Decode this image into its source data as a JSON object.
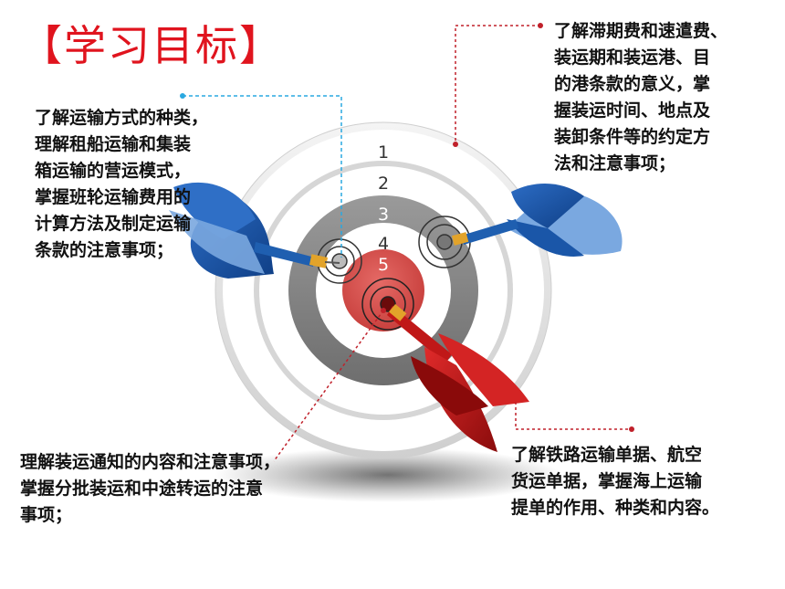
{
  "title": "【学习目标】",
  "rings": [
    "1",
    "2",
    "3",
    "4",
    "5"
  ],
  "notes": {
    "top_left": "了解运输方式的种类，\n理解租船运输和集装\n箱运输的营运模式，\n掌握班轮运输费用的\n计算方法及制定运输\n条款的注意事项；",
    "top_right": "了解滞期费和速遣费、\n装运期和装运港、目\n的港条款的意义，掌\n握装运时间、地点及\n装卸条件等的约定方\n法和注意事项；",
    "bottom_left": "理解装运通知的内容和注意事项，\n掌握分批装运和中途转运的注意\n事项；",
    "bottom_right": "了解铁路运输单据、航空\n货运单据，掌握海上运输\n提单的作用、种类和内容。"
  },
  "colors": {
    "title_red": "#e0141e",
    "dart_blue": "#1f5fb0",
    "dart_red": "#c01818",
    "bullseye_red": "#d84a48",
    "connector_blue": "#2aa8e0",
    "connector_red": "#c0202a"
  }
}
